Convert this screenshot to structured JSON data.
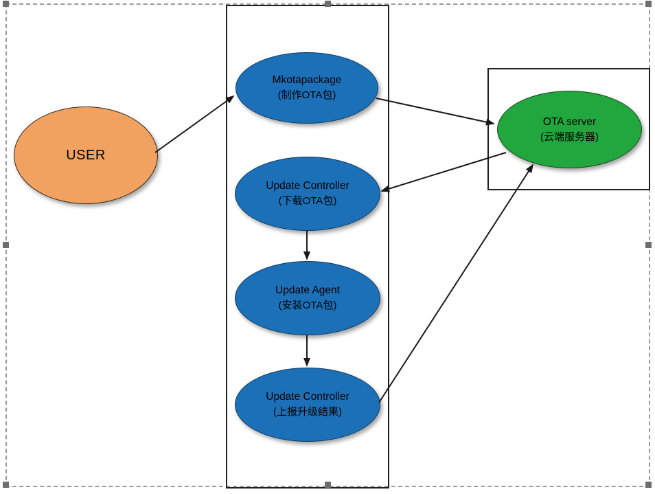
{
  "document": {
    "background": "#ffffff",
    "type": "flow-diagram"
  },
  "selection_frame": {
    "style": "dashed",
    "border_color": "#9A9A9A",
    "handle_color": "#6E6E6E",
    "handles": [
      "top-left",
      "top-center",
      "top-right",
      "middle-left",
      "middle-right",
      "bottom-left",
      "bottom-center",
      "bottom-right"
    ]
  },
  "colors": {
    "node_blue": "#1C70B8",
    "node_blue_border": "#0E3A60",
    "node_green": "#21A73D",
    "node_green_border": "#1B4A20",
    "node_orange": "#F1A261",
    "node_orange_border": "#3A2A1A",
    "edge": "#1A1A1A",
    "rect_border": "#1F1F1F",
    "text": "#000000"
  },
  "nodes": {
    "user": {
      "title": "USER",
      "subtitle": "",
      "fill": "#F1A261",
      "border": "#3A2A1A",
      "text_color": "#000000"
    },
    "mkotapackage": {
      "title": "Mkotapackage",
      "subtitle": "(制作OTA包)",
      "fill": "#1C70B8",
      "border": "#0E3A60",
      "text_color": "#000000"
    },
    "update_controller_download": {
      "title": "Update Controller",
      "subtitle": "(下载OTA包)",
      "fill": "#1C70B8",
      "border": "#0E3A60",
      "text_color": "#000000"
    },
    "update_agent": {
      "title": "Update Agent",
      "subtitle": "(安装OTA包)",
      "fill": "#1C70B8",
      "border": "#0E3A60",
      "text_color": "#000000"
    },
    "update_controller_report": {
      "title": "Update Controller",
      "subtitle": "(上报升级结果)",
      "fill": "#1C70B8",
      "border": "#0E3A60",
      "text_color": "#000000"
    },
    "ota_server": {
      "title": "OTA server",
      "subtitle": "(云端服务器)",
      "fill": "#21A73D",
      "border": "#1B4A20",
      "text_color": "#000000"
    }
  },
  "edges": [
    {
      "from": "user",
      "to": "mkotapackage"
    },
    {
      "from": "mkotapackage",
      "to": "ota_server"
    },
    {
      "from": "ota_server",
      "to": "update_controller_download"
    },
    {
      "from": "update_controller_download",
      "to": "update_agent"
    },
    {
      "from": "update_agent",
      "to": "update_controller_report"
    },
    {
      "from": "update_controller_report",
      "to": "ota_server"
    }
  ]
}
